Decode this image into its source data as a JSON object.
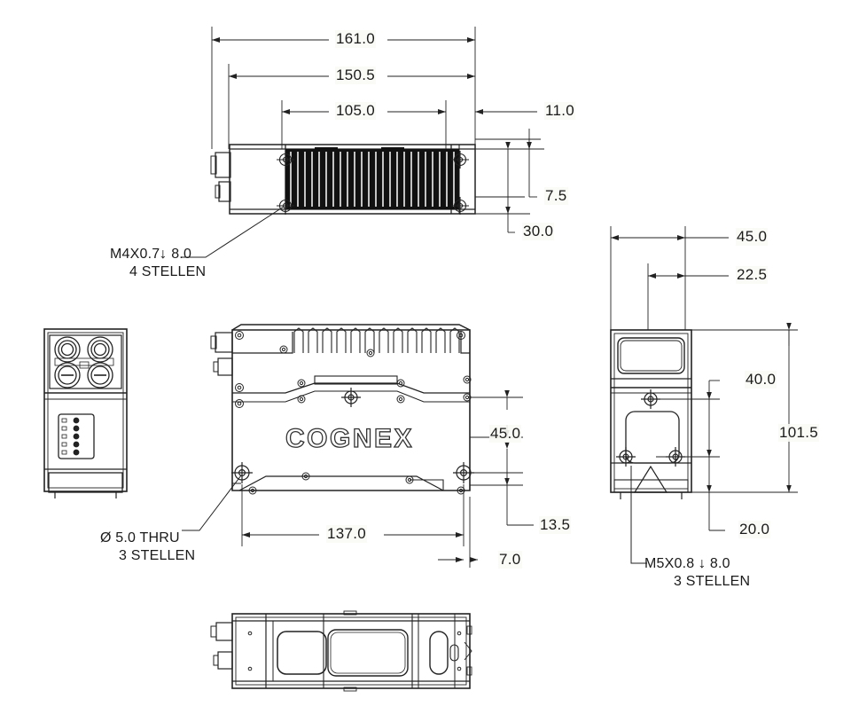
{
  "drawing": {
    "title": "COGNEX vision system mechanical dimension drawing",
    "brand_label": "COGNEX",
    "units_note": "",
    "line_color": "#000000",
    "text_color": "#1a1a1a",
    "background_color": "#ffffff"
  },
  "views": {
    "top": {
      "name": "top-view",
      "label": ""
    },
    "rear": {
      "name": "rear-view",
      "label": ""
    },
    "side": {
      "name": "side-view",
      "label": ""
    },
    "front": {
      "name": "front-view",
      "label": ""
    },
    "bottom": {
      "name": "bottom-view",
      "label": ""
    }
  },
  "dimensions": {
    "top_overall_length": "161.0",
    "top_second_length": "150.5",
    "top_hole_spacing": "105.0",
    "top_right_offset": "11.0",
    "top_depth_small": "7.5",
    "top_depth_large": "30.0",
    "side_height_upper": "45.0",
    "side_height_lower": "13.5",
    "side_edge_offset": "7.0",
    "side_hole_spacing": "137.0",
    "front_width_outer": "45.0",
    "front_width_inner": "22.5",
    "front_height_upper": "40.0",
    "front_height_overall": "101.5",
    "front_height_lower": "20.0"
  },
  "annotations": {
    "top_thread_note_line1_pre": "M4X0.7",
    "top_thread_note_line1_post": "8.0",
    "top_thread_note_line2": "4 STELLEN",
    "side_hole_note_line1": "Ø 5.0 THRU",
    "side_hole_note_line2": "3 STELLEN",
    "front_thread_note_line1_pre": "M5X0.8",
    "front_thread_note_line1_post": "8.0",
    "front_thread_note_line2": "3 STELLEN",
    "depth_symbol": "↓"
  }
}
